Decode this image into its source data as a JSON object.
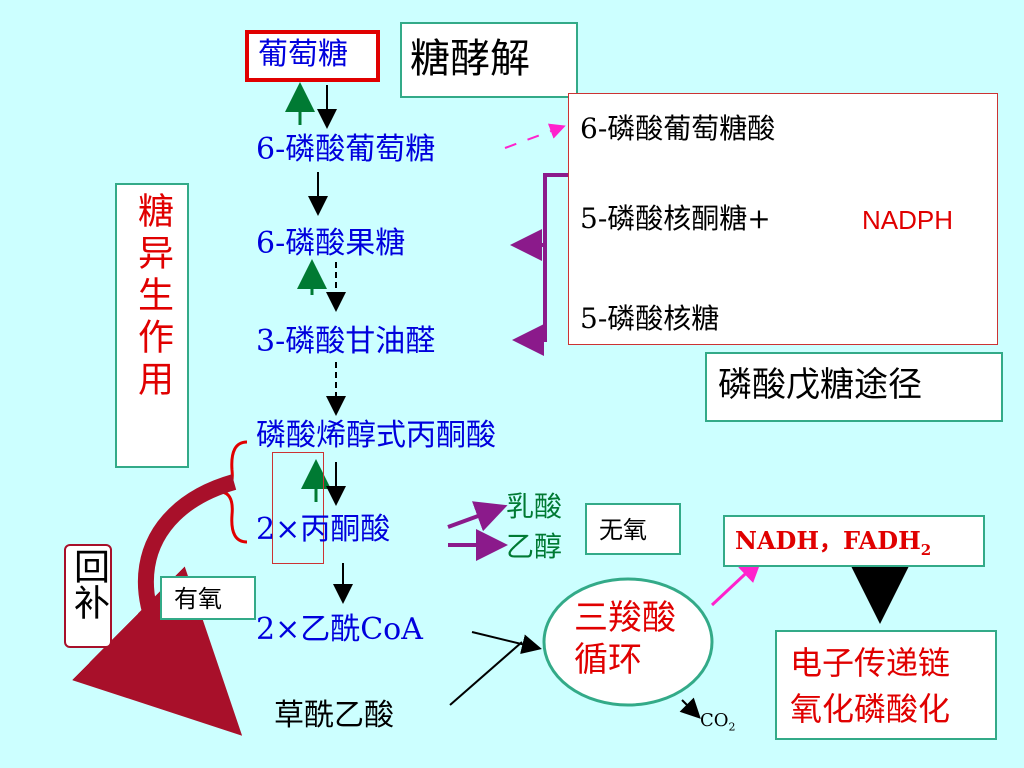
{
  "main_path": {
    "glucose": "葡萄糖",
    "g6p": "6-磷酸葡萄糖",
    "f6p": "6-磷酸果糖",
    "g3p": "3-磷酸甘油醛",
    "pep": "磷酸烯醇式丙酮酸",
    "pyruvate": "2×丙酮酸",
    "acetyl_coa": "2×乙酰CoA",
    "oxaloacetate": "草酰乙酸"
  },
  "labels": {
    "glycolysis": "糖酵解",
    "gluconeogenesis": "糖异生作用",
    "anaplerosis": "回补",
    "aerobic": "有氧",
    "anaerobic": "无氧",
    "lactate": "乳酸",
    "ethanol": "乙醇",
    "tca": "三羧酸循环",
    "co2": "CO",
    "co2_sub": "2",
    "etc": "电子传递链",
    "oxphos": "氧化磷酸化"
  },
  "pentose_box": {
    "item1": "6-磷酸葡萄糖酸",
    "item2": "5-磷酸核酮糖+",
    "nadph": "NADPH",
    "item3": "5-磷酸核糖",
    "title": "磷酸戊糖途径"
  },
  "reducing": {
    "text": "NADH，FADH",
    "sub": "2"
  },
  "colors": {
    "background": "#ccffff",
    "primary_text": "#0000dd",
    "green_arrow": "#007a33",
    "red_accent": "#e00000",
    "purple_arrow": "#8b1a8b",
    "magenta_arrow": "#ff22cc"
  }
}
